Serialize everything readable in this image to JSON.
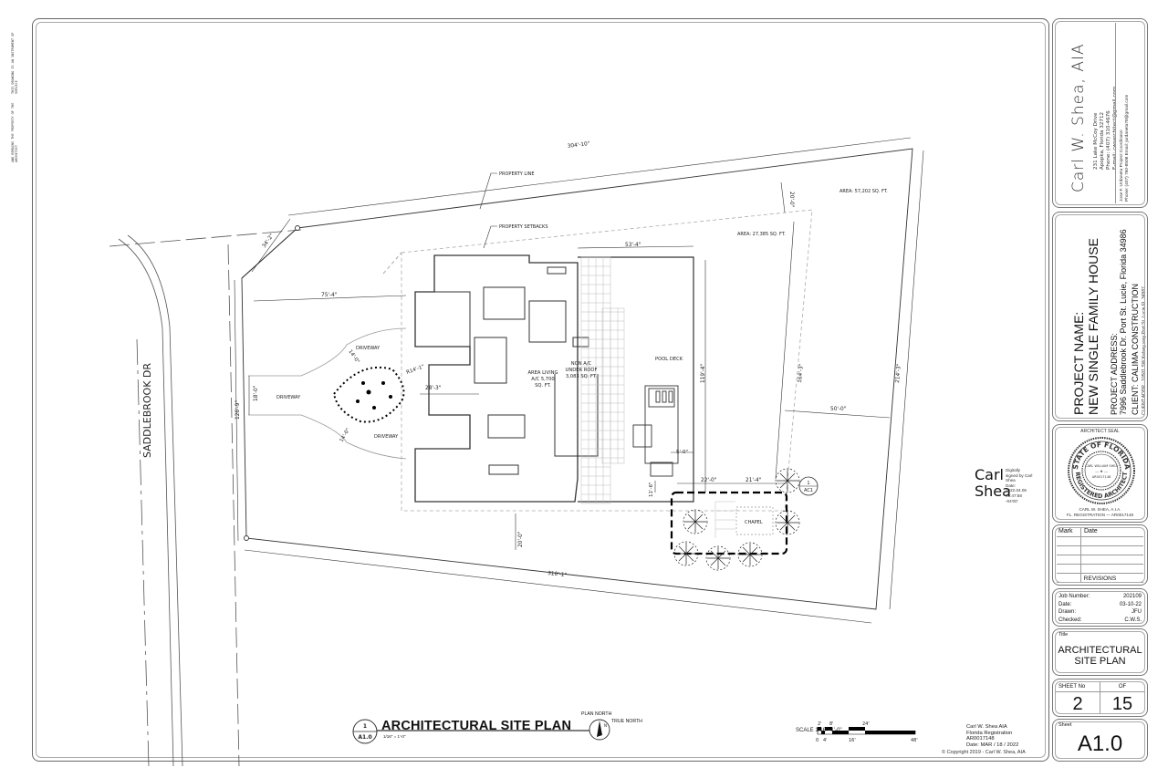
{
  "edge_notes": [
    "THIS DRAWING IS AN INSTRUMENT OF SERVICE",
    "AND REMAINS THE PROPERTY OF THE ARCHITECT"
  ],
  "drawing": {
    "labels": {
      "property_line": "PROPERTY LINE",
      "property_setbacks": "PROPERTY SETBACKS",
      "street": "SADDLEBROOK DR",
      "area_total": "AREA: 57,202 SQ. FT.",
      "area_setback": "AREA: 27,385 SQ. FT.",
      "driveway_top": "DRIVEWAY",
      "driveway_left": "DRIVEWAY",
      "driveway_bottom": "DRIVEWAY",
      "area_living": [
        "AREA LIVING",
        "A/C 5,700",
        "SQ. FT."
      ],
      "non_ac": [
        "NON A/C",
        "UNDER ROOF",
        "3,083 SQ. FT."
      ],
      "pool_deck": "POOL DECK",
      "chapel": "CHAPEL",
      "detail_ref_num": "1",
      "detail_ref_sheet": "AC1"
    },
    "dimensions": {
      "top_line": "304'-10\"",
      "left_angled": "34'-2\"",
      "front_setback": "75'-4\"",
      "house_top": "53'-4\"",
      "right_setback_top": "20'-0\"",
      "left_side": "126'-9\"",
      "drive_width": "18'-0\"",
      "island_top": "14'-0\"",
      "island_bottom": "14'-0\"",
      "radius": "R14'-1\"",
      "island_to_house": "28'-3\"",
      "pool_depth": "119'-4\"",
      "setback_right": "164'-3\"",
      "right_line": "214'-3\"",
      "rear_setback": "50'-0\"",
      "pool_gap": "5'-0\"",
      "chapel_w1": "22'-0\"",
      "chapel_w2": "21'-4\"",
      "chapel_offset": "11'-6\"",
      "bottom_setback": "20'-0\"",
      "bottom_line": "310'-1\""
    },
    "view_title": {
      "number": "1",
      "sheet": "A1.0",
      "title": "ARCHITECTURAL SITE PLAN",
      "scale": "1/16\" = 1'-0\"",
      "plan_north": "PLAN NORTH",
      "true_north": "TRUE NORTH",
      "north_letter": "N"
    },
    "scale_bar": {
      "label": "SCALE 1/16\"=1'-0\"",
      "top_ticks": [
        "2'",
        "8'",
        "24'"
      ],
      "bottom_ticks": [
        "0",
        "4'",
        "16'",
        "48'"
      ]
    }
  },
  "signature": {
    "name_line1": "Carl",
    "name_line2": "Shea",
    "meta": [
      "Digitally",
      "signed by Carl",
      "Shea",
      "Date:",
      "2022.04.06",
      "05:47:58",
      "-04'00'"
    ]
  },
  "stamp": {
    "lines": [
      "Carl W. Shea AIA",
      "Florida Registration",
      "AR0017148",
      "Date:  MAR    /  18  /  2022"
    ],
    "copyright": "© Copyright 2019 - Carl W. Shea, AIA"
  },
  "title_block": {
    "architect": {
      "name": "Carl W. Shea, AIA",
      "address": [
        "231 Lake McCoy Drive",
        "Apopka, Florida 32712",
        "Phone: (407) 310-4676",
        "E-mail: cwsarchitect@gmail.com"
      ],
      "coordinator": [
        "Jose F. Urdaneta Project Coordinator",
        "Phone: (407) 760-8508 Email: jurdaneta78@gmail.com"
      ]
    },
    "project": {
      "name_label": "PROJECT NAME:",
      "name": "NEW SINGLE FAMILY HOUSE",
      "address_label": "PROJECT ADDRESS:",
      "address": "7996 Saddlebrook Dr. Port St. Lucie, Florida 34986",
      "client": "CLIENT: CALIMA CONSTRUCTION",
      "client_addr": "CLIENT ADDR.: 10501 SW Kelsey way Port St. Lucie FL 34987"
    },
    "seal": {
      "title": "ARCHITECT SEAL",
      "ring_top": "STATE OF FLORIDA",
      "ring_bottom": "REGISTERED ARCHITECT",
      "inner_name": "CARL WILLIAM SHEA",
      "inner_number": "AR0017148",
      "footer": [
        "CARL W. SHEA, A.I.A.",
        "FL. REGISTRATION — AR0017148"
      ]
    },
    "revisions": {
      "col_mark": "Mark",
      "col_date": "Date",
      "rows": [
        [
          "",
          ""
        ],
        [
          "",
          ""
        ],
        [
          "",
          ""
        ],
        [
          "",
          ""
        ],
        [
          "",
          ""
        ]
      ],
      "footer": "REVISIONS"
    },
    "job": {
      "rows": [
        {
          "label": "Job Number:",
          "value": "202109"
        },
        {
          "label": "Date:",
          "value": "03-10-22"
        },
        {
          "label": "Drawn:",
          "value": "JFU"
        },
        {
          "label": "Checked:",
          "value": "C.W.S."
        }
      ]
    },
    "title": {
      "label": "Title",
      "line1": "ARCHITECTURAL",
      "line2": "SITE PLAN"
    },
    "sheet_no": {
      "label": "SHEET No",
      "value": "2",
      "of_label": "OF",
      "of_value": "15"
    },
    "sheet": {
      "label": "Sheet",
      "value": "A1.0"
    }
  }
}
